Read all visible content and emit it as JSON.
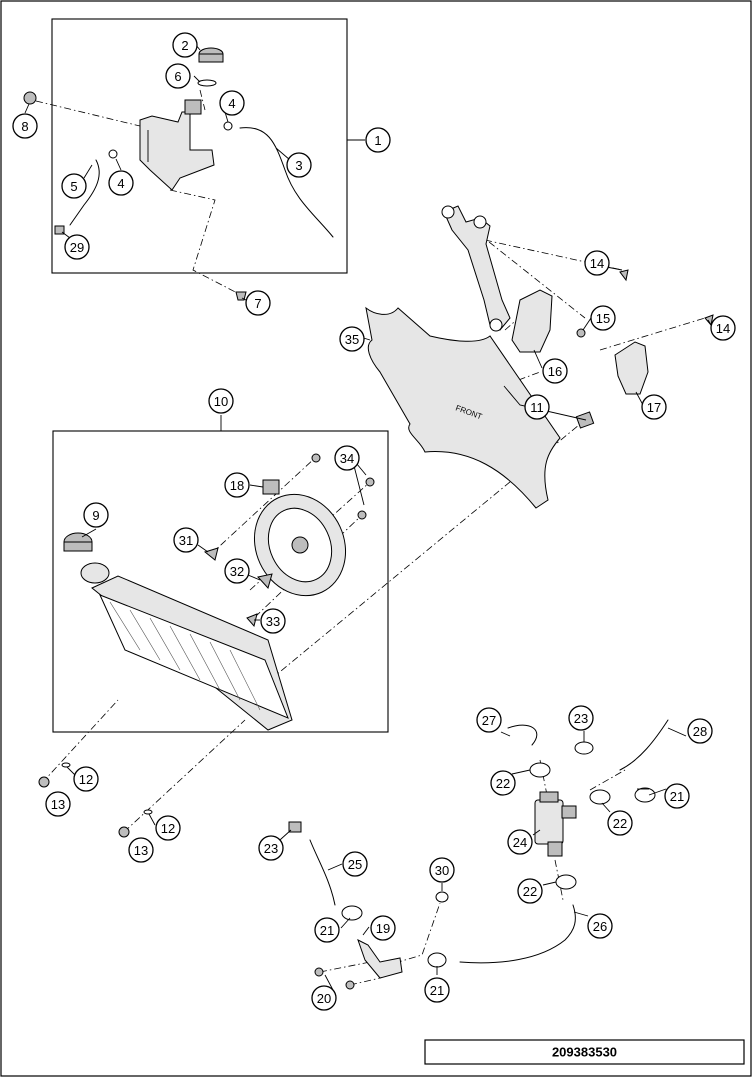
{
  "drawing_number": "209383530",
  "callouts": [
    {
      "id": "c1",
      "label": "1"
    },
    {
      "id": "c2",
      "label": "2"
    },
    {
      "id": "c3",
      "label": "3"
    },
    {
      "id": "c4a",
      "label": "4"
    },
    {
      "id": "c4b",
      "label": "4"
    },
    {
      "id": "c5",
      "label": "5"
    },
    {
      "id": "c6",
      "label": "6"
    },
    {
      "id": "c7",
      "label": "7"
    },
    {
      "id": "c8",
      "label": "8"
    },
    {
      "id": "c9",
      "label": "9"
    },
    {
      "id": "c10",
      "label": "10"
    },
    {
      "id": "c11",
      "label": "11"
    },
    {
      "id": "c12a",
      "label": "12"
    },
    {
      "id": "c12b",
      "label": "12"
    },
    {
      "id": "c13a",
      "label": "13"
    },
    {
      "id": "c13b",
      "label": "13"
    },
    {
      "id": "c14a",
      "label": "14"
    },
    {
      "id": "c14b",
      "label": "14"
    },
    {
      "id": "c15",
      "label": "15"
    },
    {
      "id": "c16",
      "label": "16"
    },
    {
      "id": "c17",
      "label": "17"
    },
    {
      "id": "c18",
      "label": "18"
    },
    {
      "id": "c19",
      "label": "19"
    },
    {
      "id": "c20",
      "label": "20"
    },
    {
      "id": "c21a",
      "label": "21"
    },
    {
      "id": "c21b",
      "label": "21"
    },
    {
      "id": "c21c",
      "label": "21"
    },
    {
      "id": "c22a",
      "label": "22"
    },
    {
      "id": "c22b",
      "label": "22"
    },
    {
      "id": "c22c",
      "label": "22"
    },
    {
      "id": "c23a",
      "label": "23"
    },
    {
      "id": "c23b",
      "label": "23"
    },
    {
      "id": "c24",
      "label": "24"
    },
    {
      "id": "c25",
      "label": "25"
    },
    {
      "id": "c26",
      "label": "26"
    },
    {
      "id": "c27",
      "label": "27"
    },
    {
      "id": "c28",
      "label": "28"
    },
    {
      "id": "c29",
      "label": "29"
    },
    {
      "id": "c30",
      "label": "30"
    },
    {
      "id": "c31",
      "label": "31"
    },
    {
      "id": "c32",
      "label": "32"
    },
    {
      "id": "c33",
      "label": "33"
    },
    {
      "id": "c34",
      "label": "34"
    },
    {
      "id": "c35",
      "label": "35"
    }
  ]
}
